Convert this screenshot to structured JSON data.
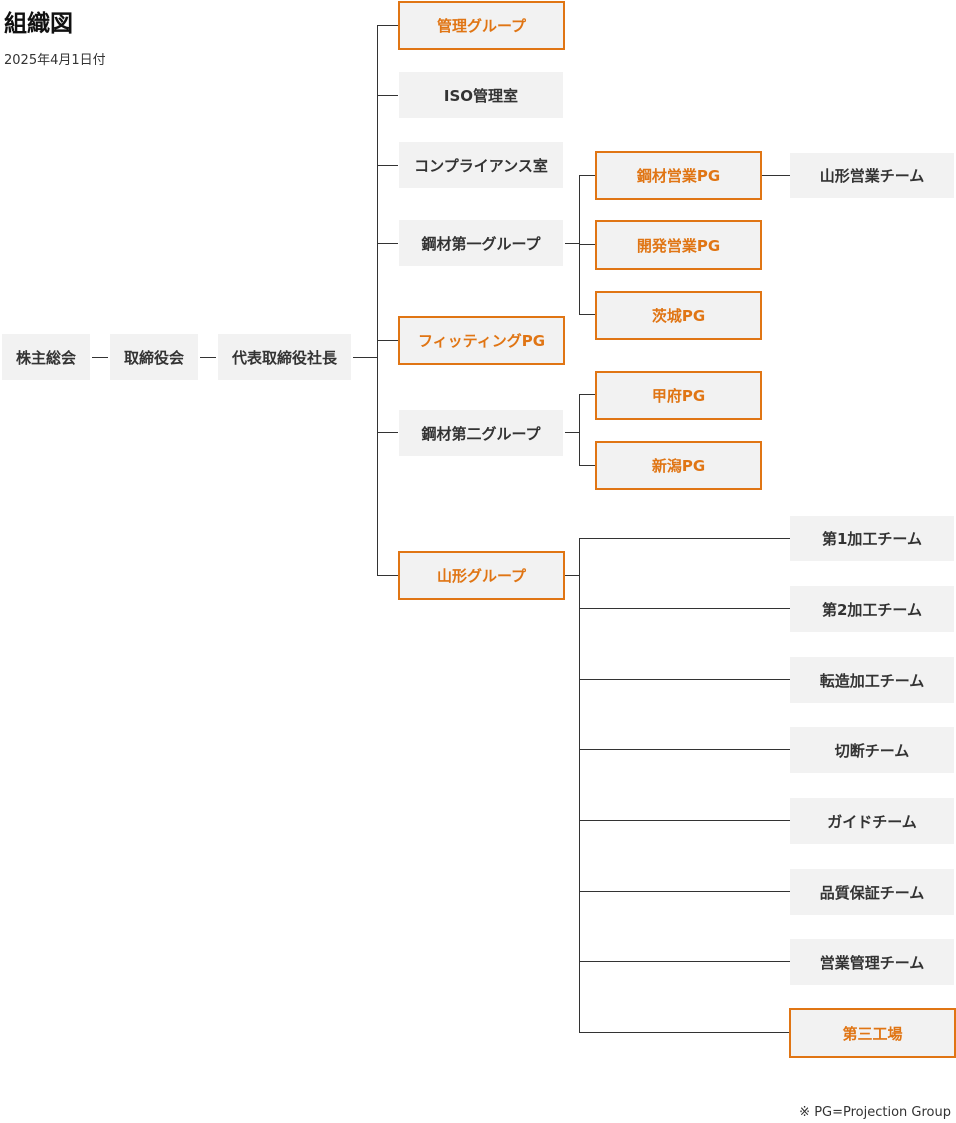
{
  "header": {
    "title": "組織図",
    "date": "2025年4月1日付"
  },
  "footnote": "※ PG=Projection Group",
  "colors": {
    "accent": "#e07514",
    "box_bg": "#f2f2f2",
    "line": "#333333"
  },
  "org": {
    "root": "株主総会",
    "board": "取締役会",
    "president": "代表取締役社長",
    "groups": {
      "kanri": "管理グループ",
      "iso": "ISO管理室",
      "compliance": "コンプライアンス室",
      "steel1": "鋼材第一グループ",
      "fitting": "フィッティングPG",
      "steel2": "鋼材第二グループ",
      "yamagata": "山形グループ"
    },
    "steel1_units": {
      "sales_pg": "鋼材営業PG",
      "yamagata_sales_team": "山形営業チーム",
      "dev_sales_pg": "開発営業PG",
      "ibaraki_pg": "茨城PG"
    },
    "steel2_units": {
      "kofu_pg": "甲府PG",
      "niigata_pg": "新潟PG"
    },
    "yamagata_teams": [
      "第1加工チーム",
      "第2加工チーム",
      "転造加工チーム",
      "切断チーム",
      "ガイドチーム",
      "品質保証チーム",
      "営業管理チーム",
      "第三工場"
    ]
  }
}
